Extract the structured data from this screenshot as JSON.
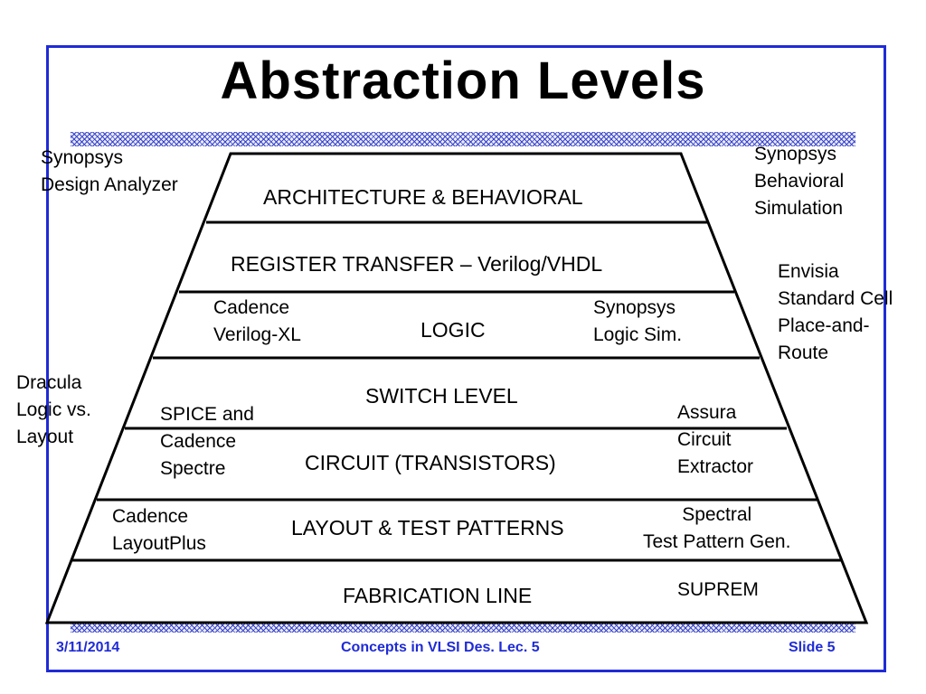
{
  "slide": {
    "title": "Abstraction Levels",
    "footer_date": "3/11/2014",
    "footer_center": "Concepts in VLSI Des. Lec. 5",
    "footer_slide": "Slide 5"
  },
  "levels": [
    "ARCHITECTURE & BEHAVIORAL",
    "REGISTER TRANSFER – Verilog/VHDL",
    "LOGIC",
    "SWITCH LEVEL",
    "CIRCUIT (TRANSISTORS)",
    "LAYOUT & TEST PATTERNS",
    "FABRICATION LINE"
  ],
  "tools": {
    "synopsys_design_analyzer": "Synopsys\nDesign Analyzer",
    "synopsys_behavioral": "Synopsys\nBehavioral\nSimulation",
    "envisia": "Envisia\nStandard Cell\nPlace-and-\nRoute",
    "cadence_verilog_xl": "Cadence\nVerilog-XL",
    "synopsys_logic_sim": "Synopsys\nLogic Sim.",
    "dracula": "Dracula\nLogic vs.\nLayout",
    "spice_cadence_spectre": "SPICE and\nCadence\nSpectre",
    "assura": "Assura\nCircuit\nExtractor",
    "cadence_layoutplus": "Cadence\nLayoutPlus",
    "spectral": "Spectral\nTest Pattern Gen.",
    "suprem": "SUPREM"
  },
  "colors": {
    "frame": "#1f2bd6",
    "footer_text": "#1f2bd6",
    "pyramid_stroke": "#000000"
  }
}
